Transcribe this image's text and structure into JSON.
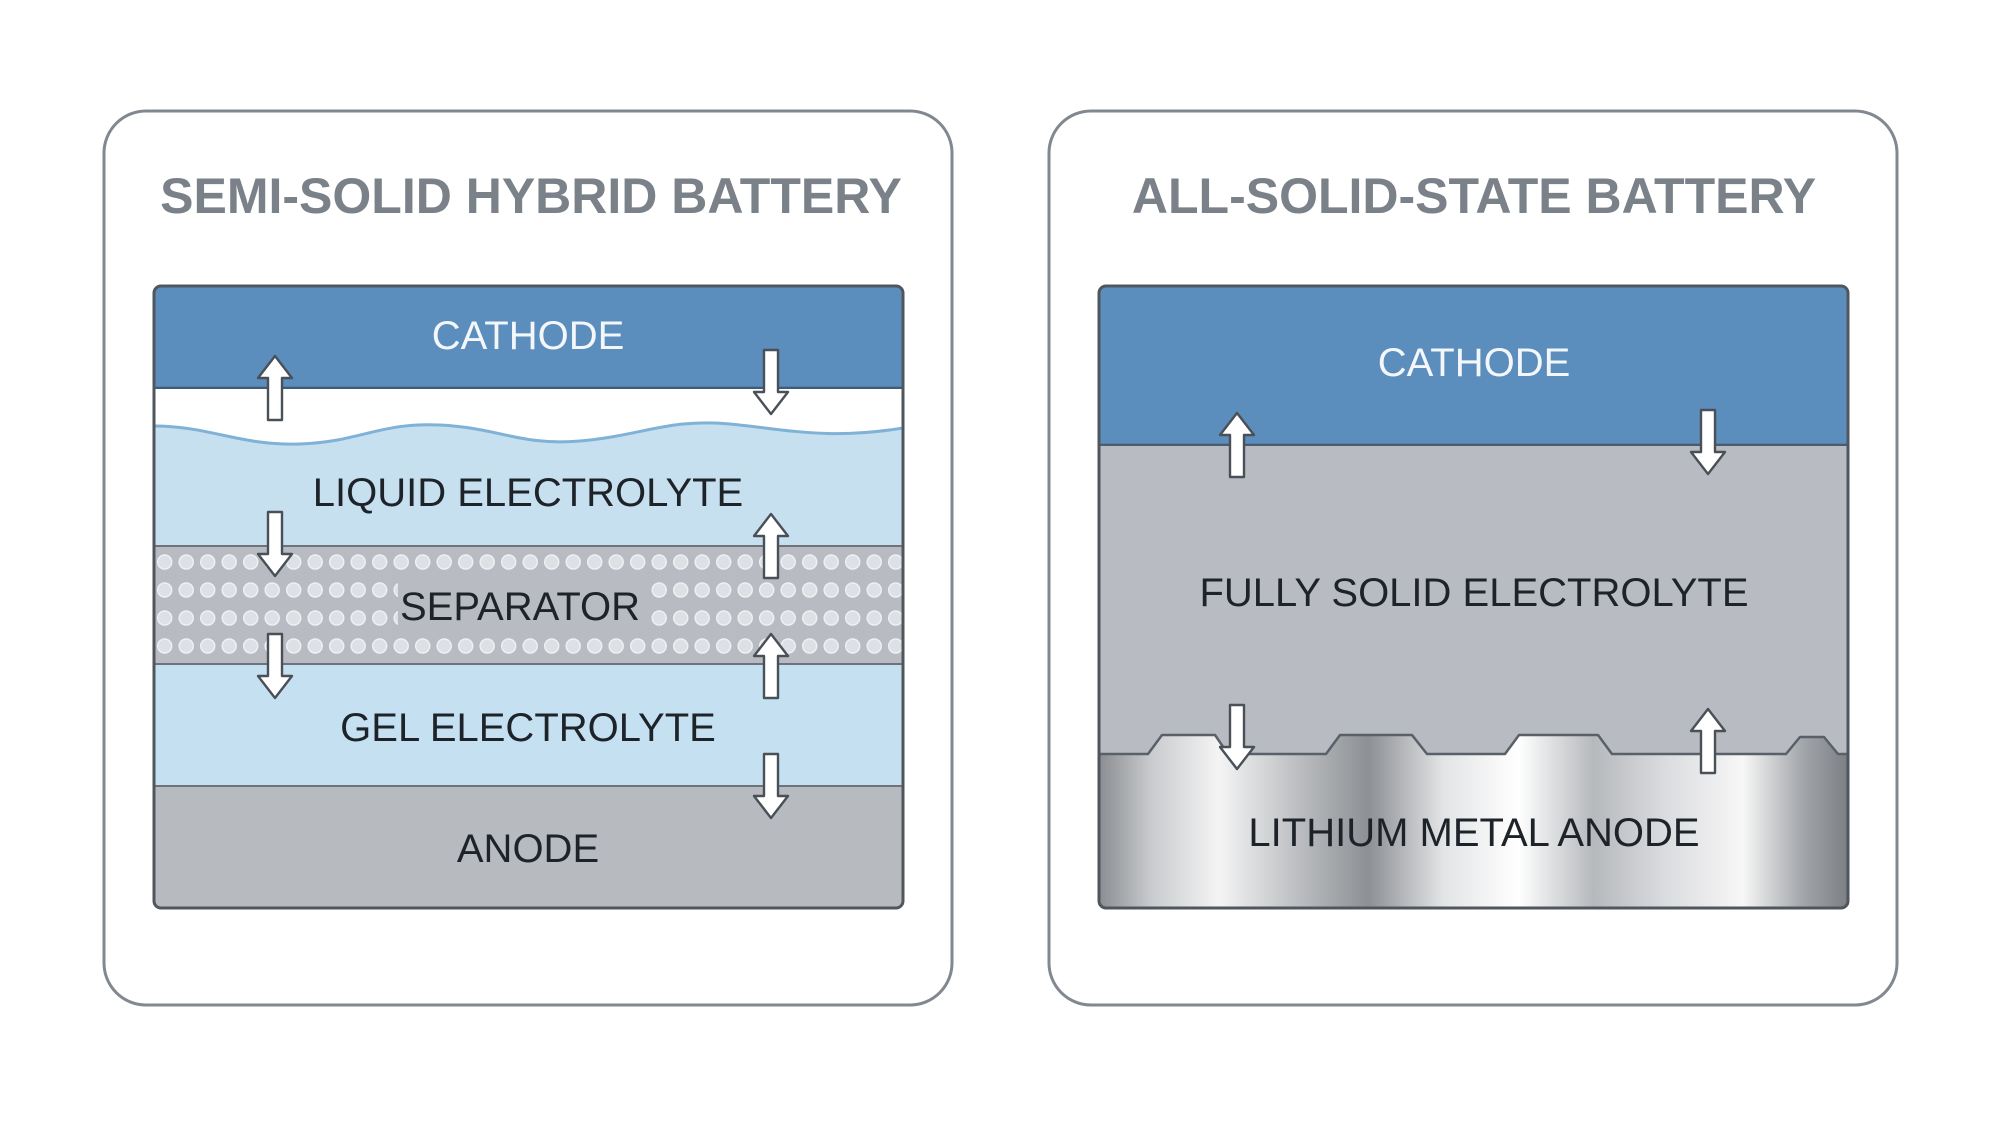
{
  "panels": [
    {
      "title": "SEMI-SOLID HYBRID BATTERY",
      "layers": {
        "cathode": "CATHODE",
        "liquid_electrolyte": "LIQUID ELECTROLYTE",
        "separator": "SEPARATOR",
        "gel_electrolyte": "GEL ELECTROLYTE",
        "anode": "ANODE"
      }
    },
    {
      "title": "ALL-SOLID-STATE BATTERY",
      "layers": {
        "cathode": "CATHODE",
        "solid_electrolyte": "FULLY SOLID ELECTROLYTE",
        "anode": "LITHIUM METAL ANODE"
      }
    }
  ],
  "colors": {
    "cathode": "#5b8dbd",
    "liquid_electrolyte": "#c6e0f0",
    "gel_electrolyte": "#c5e1f1",
    "separator": "#b8bcc2",
    "anode": "#b7bbc0",
    "solid_electrolyte": "#b8bcc2",
    "frame": "#828890",
    "title": "#7b8189"
  },
  "icons": [
    "arrow-up-icon",
    "arrow-down-icon"
  ]
}
